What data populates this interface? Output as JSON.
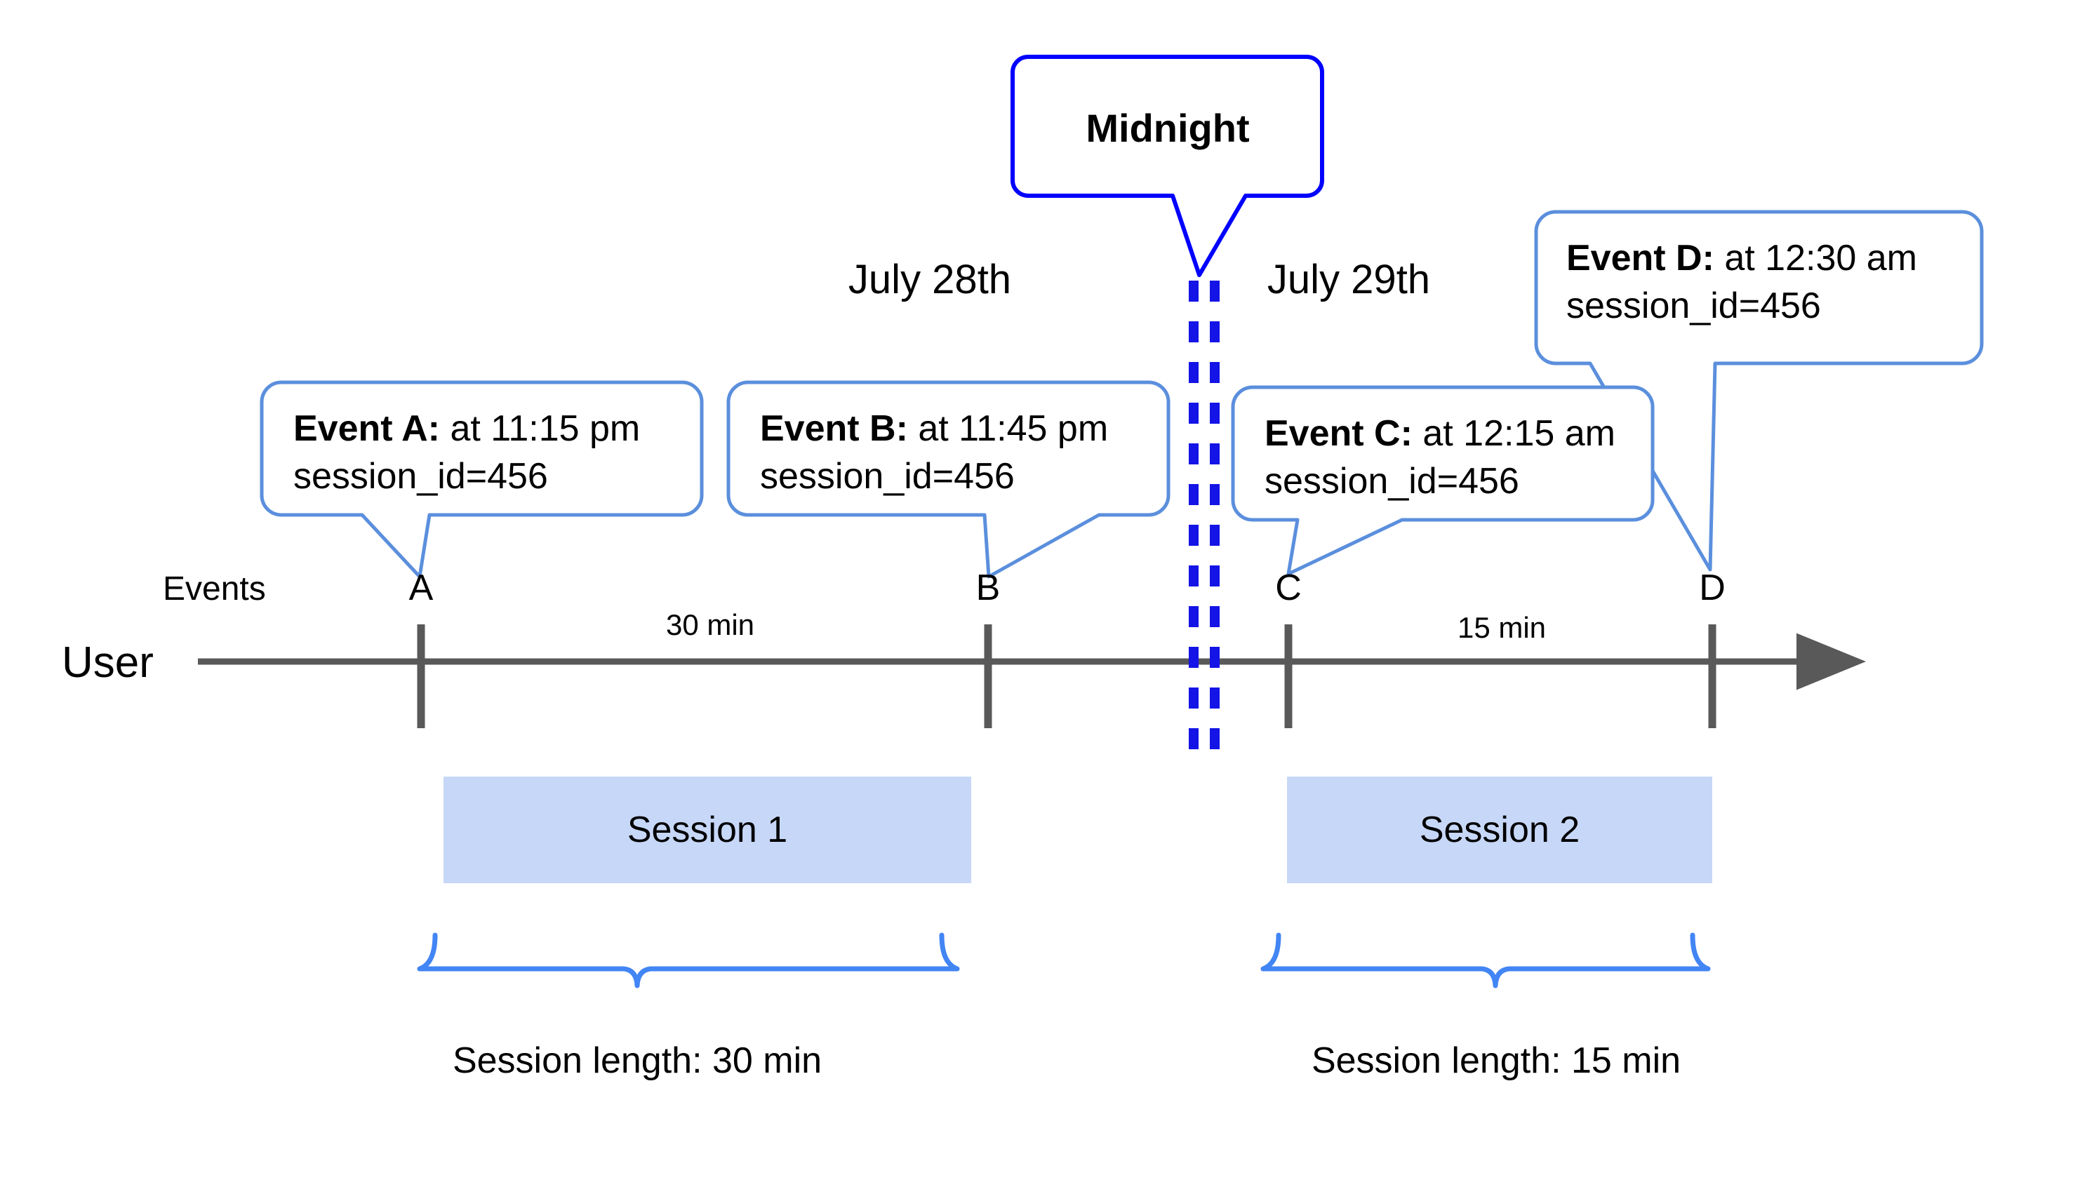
{
  "colors": {
    "callout_border": "#5b8fdd",
    "midnight_border": "#0000ff",
    "midnight_dash": "#1414e6",
    "timeline": "#595959",
    "session_fill": "#c7d7f7",
    "brace": "#4285f4",
    "text": "#000000",
    "background": "#ffffff"
  },
  "diagram": {
    "type": "timeline",
    "lane_label": "User",
    "row_label": "Events",
    "dates": [
      {
        "label": "July 28th"
      },
      {
        "label": "July 29th"
      }
    ],
    "midnight": {
      "label": "Midnight"
    },
    "events": [
      {
        "tick": "A",
        "title": "Event A:",
        "time": " at 11:15 pm",
        "session_id": "session_id=456"
      },
      {
        "tick": "B",
        "title": "Event B:",
        "time": " at 11:45 pm",
        "session_id": "session_id=456"
      },
      {
        "tick": "C",
        "title": "Event C:",
        "time": " at 12:15 am",
        "session_id": "session_id=456"
      },
      {
        "tick": "D",
        "title": "Event D:",
        "time": " at 12:30 am",
        "session_id": "session_id=456"
      }
    ],
    "gaps": [
      {
        "label": "30 min"
      },
      {
        "label": "15 min"
      }
    ],
    "sessions": [
      {
        "bar_label": "Session 1",
        "length_label": "Session length: 30 min"
      },
      {
        "bar_label": "Session 2",
        "length_label": "Session length: 15 min"
      }
    ]
  }
}
